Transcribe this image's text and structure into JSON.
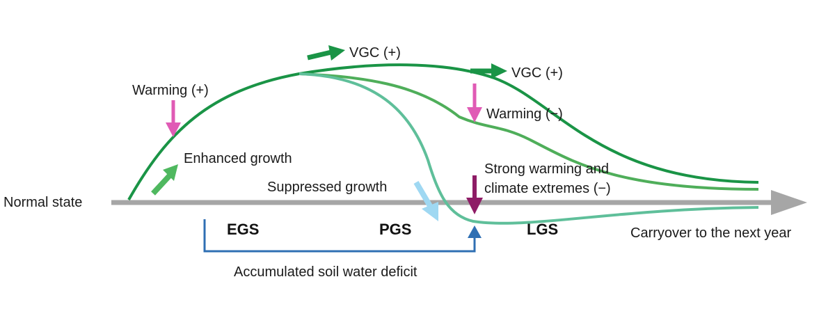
{
  "labels": {
    "normal_state": "Normal state",
    "warming_pos": "Warming (+)",
    "enhanced_growth": "Enhanced growth",
    "vgc_pos_1": "VGC (+)",
    "vgc_pos_2": "VGC (+)",
    "warming_neg": "Warming (−)",
    "strong_warming_line1": "Strong warming and",
    "strong_warming_line2": "climate extremes (−)",
    "suppressed_growth": "Suppressed growth",
    "carryover": "Carryover to the next year",
    "accumulated_deficit": "Accumulated soil water deficit"
  },
  "phases": {
    "egs": "EGS",
    "pgs": "PGS",
    "lgs": "LGS"
  },
  "colors": {
    "baseline": "#a6a6a6",
    "curve_enhanced": "#1a9446",
    "curve_warming_neg": "#4fae5a",
    "curve_suppressed": "#5fbf9a",
    "arrow_warming": "#e05bb5",
    "arrow_vgc": "#1a9446",
    "arrow_enhanced": "#4fb85f",
    "arrow_suppressed": "#9fd8f2",
    "arrow_extremes": "#8e1c66",
    "bracket": "#2f6fb3"
  },
  "icons": {
    "warming_pos_arrow": "arrow-down-icon",
    "warming_neg_arrow": "arrow-down-icon",
    "extremes_arrow": "arrow-down-icon",
    "vgc_arrow": "arrow-right-icon",
    "enhanced_arrow": "arrow-up-right-icon",
    "suppressed_arrow": "arrow-down-right-icon",
    "deficit_arrow": "arrow-up-icon"
  }
}
